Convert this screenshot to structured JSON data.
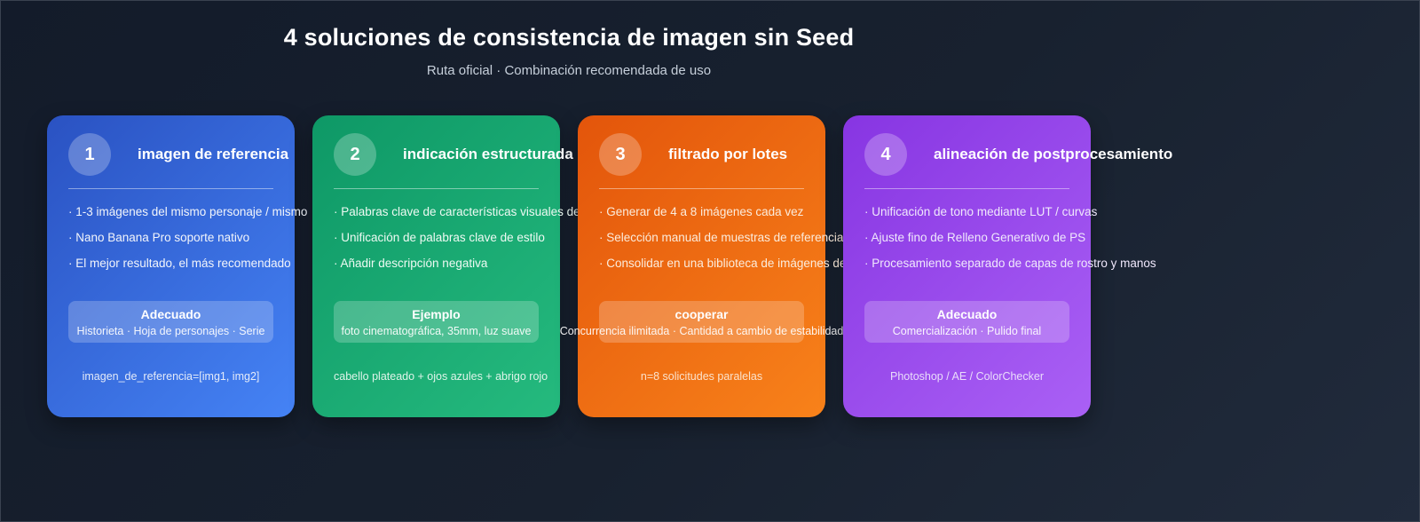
{
  "header": {
    "title": "4 soluciones de consistencia de imagen sin Seed",
    "subtitle": "Ruta oficial · Combinación recomendada de uso"
  },
  "cards": [
    {
      "number": "1",
      "title": "imagen de referencia",
      "bullets": [
        "· 1-3 imágenes del mismo personaje / mismo",
        "· Nano Banana Pro soporte nativo",
        "· El mejor resultado, el más recomendado"
      ],
      "badge": {
        "title": "Adecuado",
        "subtitle": "Historieta · Hoja de personajes · Serie"
      },
      "footer": "imagen_de_referencia=[img1, img2]",
      "colors": {
        "from": "#2a52c2",
        "to": "#4583f5",
        "text": "#f2f5fb"
      }
    },
    {
      "number": "2",
      "title": "indicación estructurada",
      "bullets": [
        "· Palabras clave de características visuales de",
        "· Unificación de palabras clave de estilo",
        "· Añadir descripción negativa"
      ],
      "badge": {
        "title": "Ejemplo",
        "subtitle": "foto cinematográfica, 35mm, luz suave"
      },
      "footer": "cabello plateado + ojos azules + abrigo rojo",
      "colors": {
        "from": "#0e9866",
        "to": "#25ba7e",
        "text": "#eefaf3"
      }
    },
    {
      "number": "3",
      "title": "filtrado por lotes",
      "bullets": [
        "· Generar de 4 a 8 imágenes cada vez",
        "· Selección manual de muestras de referencia",
        "· Consolidar en una biblioteca de imágenes de"
      ],
      "badge": {
        "title": "cooperar",
        "subtitle": "Concurrencia ilimitada · Cantidad a cambio de estabilidad"
      },
      "footer": "n=8 solicitudes paralelas",
      "colors": {
        "from": "#e3550b",
        "to": "#f8821a",
        "text": "#fcecdc"
      }
    },
    {
      "number": "4",
      "title": "alineación de postprocesamiento",
      "bullets": [
        "· Unificación de tono mediante LUT / curvas",
        "· Ajuste fino de Relleno Generativo de PS",
        "· Procesamiento separado de capas de rostro y manos"
      ],
      "badge": {
        "title": "Adecuado",
        "subtitle": "Comercialización · Pulido final"
      },
      "footer": "Photoshop / AE / ColorChecker",
      "colors": {
        "from": "#8735e2",
        "to": "#aa60f5",
        "text": "#f0e8fc"
      }
    }
  ]
}
